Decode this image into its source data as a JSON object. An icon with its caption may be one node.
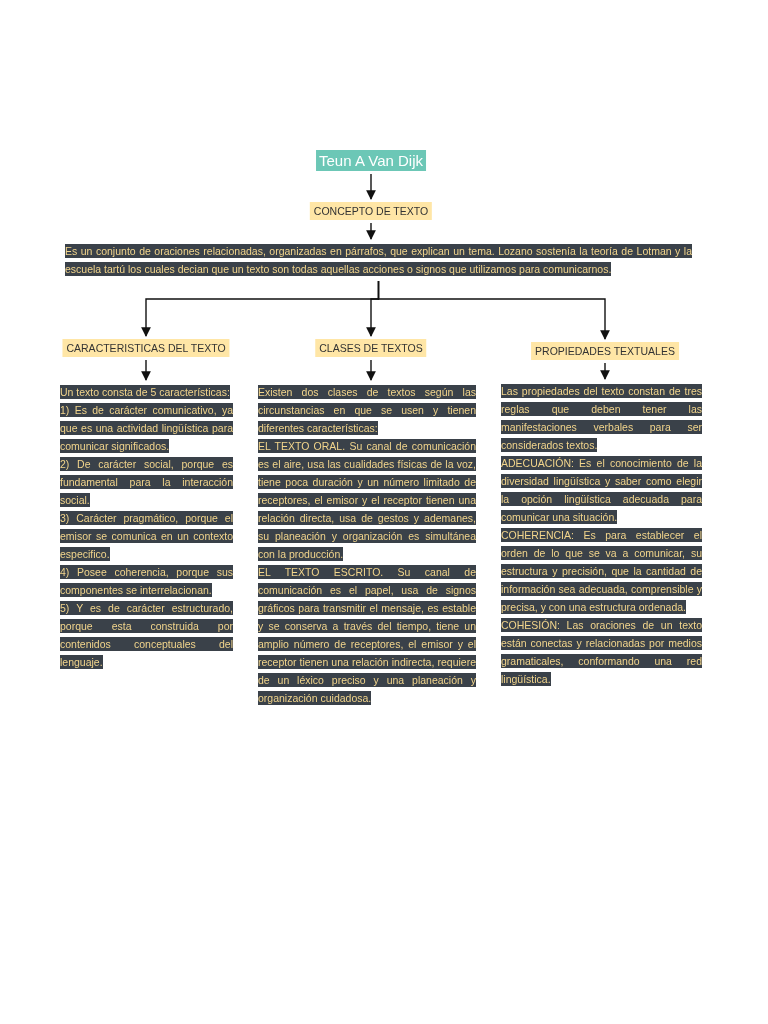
{
  "diagram": {
    "nodes": [
      {
        "text": [
          "Teun A Van Dijk"
        ]
      },
      {
        "text": [
          "CONCEPTO DE TEXTO"
        ]
      },
      {
        "text": [
          "Es un conjunto de oraciones relacionadas, organizadas en párrafos, que explican un tema. Lozano sostenía la teoría de Lotman y la escuela tartú los cuales decian que un texto son todas aquellas acciones o signos que utilizamos para comunicarnos."
        ]
      },
      {
        "text": [
          "CARACTERISTICAS DEL TEXTO"
        ]
      },
      {
        "text": [
          "CLASES DE TEXTOS"
        ]
      },
      {
        "text": [
          "PROPIEDADES TEXTUALES"
        ]
      },
      {
        "text": [
          "Un texto consta de 5 características:",
          "1) Es de carácter comunicativo, ya que es una actividad lingüística para comunicar significados.",
          "2) De carácter social, porque es fundamental para la interacción social.",
          "3) Carácter pragmático, porque el emisor se comunica en un contexto especifico.",
          "4) Posee coherencia, porque sus componentes se interrelacionan.",
          "5) Y es de carácter estructurado, porque esta construida por contenidos conceptuales del lenguaje."
        ]
      },
      {
        "text": [
          "Existen dos clases de textos según las circunstancias en que se usen y tienen diferentes características:",
          "EL TEXTO ORAL. Su canal de comunicación es el aire, usa las cualidades físicas de la voz, tiene poca duración y un número limitado de receptores, el emisor y el receptor tienen una relación directa, usa de gestos y ademanes, su planeación y organización es simultánea con la producción.",
          "EL TEXTO ESCRITO. Su canal de comunicación es el papel, usa de signos gráficos para transmitir el mensaje, es estable y se conserva a través del tiempo, tiene un amplio número de receptores, el emisor y el receptor tienen una relación indirecta, requiere de un léxico preciso y una planeación y organización cuidadosa."
        ]
      },
      {
        "text": [
          "Las propiedades del texto constan de tres reglas que deben tener las manifestaciones verbales para ser considerados textos.",
          "ADECUACIÓN: Es el conocimiento de la diversidad lingüística y saber como elegir la opción lingüística adecuada para comunicar una situación.",
          "COHERENCIA: Es para establecer el orden de lo que se va a comunicar, su estructura y precisión, que la cantidad de información sea adecuada, comprensible y precisa, y con una estructura ordenada.",
          "COHESIÓN: Las oraciones de un texto están conectas y relacionadas por medios gramaticales, conformando una red lingüística."
        ]
      }
    ],
    "edges": [
      {
        "from": 0,
        "to": 1,
        "arrow": "to"
      },
      {
        "from": 1,
        "to": 2,
        "arrow": "to"
      },
      {
        "from": 2,
        "to": 3,
        "arrow": "to"
      },
      {
        "from": 2,
        "to": 4,
        "arrow": "to"
      },
      {
        "from": 2,
        "to": 5,
        "arrow": "to"
      },
      {
        "from": 3,
        "to": 6,
        "arrow": "to"
      },
      {
        "from": 4,
        "to": 7,
        "arrow": "to"
      },
      {
        "from": 5,
        "to": 8,
        "arrow": "to"
      }
    ]
  }
}
